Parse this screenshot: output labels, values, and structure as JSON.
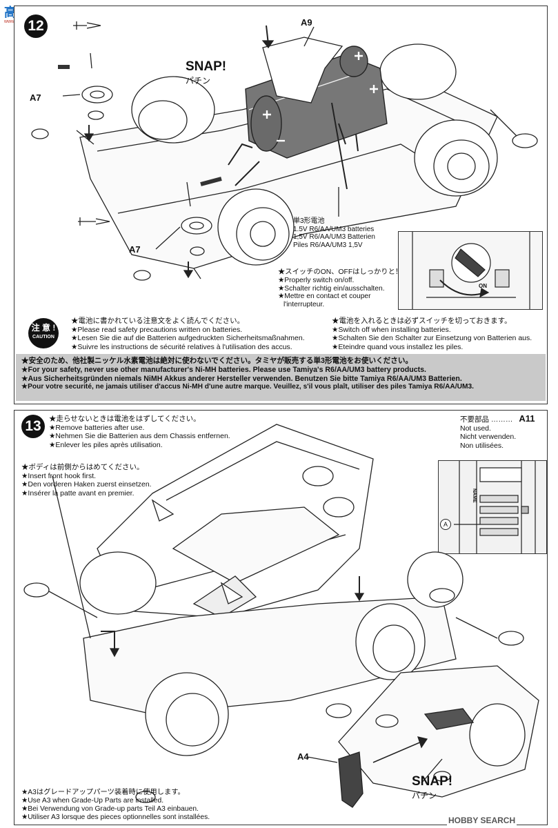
{
  "watermark_top": "高手网",
  "watermark_top_sub": "www.mxgs.com",
  "watermark_bottom": "HOBBY SEARCH",
  "step12": {
    "number": "12",
    "parts": {
      "a9": "A9",
      "a7_top": "A7",
      "a7_bottom": "A7"
    },
    "snap": "SNAP!",
    "snap_jp": "パチン",
    "battery_label": [
      "単3形電池",
      "1.5V R6/AA/UM3 batteries",
      "1,5V R6/AA/UM3 Batterien",
      "Piles R6/AA/UM3 1,5V"
    ],
    "switch_note": [
      "★スイッチのON、OFFはしっかりと！",
      "★Properly switch on/off.",
      "★Schalter richtig ein/ausschalten.",
      "★Mettre en contact et couper",
      "l'interrupteur."
    ],
    "inset_on": "ON",
    "caution_badge_jp": "注 意 !",
    "caution_badge_en": "CAUTION",
    "caution_left": [
      "★電池に書かれている注意文をよく読んでください。",
      "★Please read safety precautions written on batteries.",
      "★Lesen Sie die auf die Batterien aufgedruckten Sicherheitsmaßnahmen.",
      "★Suivre les instructions de sécurité relatives à l'utilisation des accus."
    ],
    "caution_right": [
      "★電池を入れるときは必ずスイッチを切っておきます。",
      "★Switch off when installing batteries.",
      "★Schalten Sie den Schalter zur Einsetzung von Batterien aus.",
      "★Eteindre quand vous installez les piles."
    ],
    "warning": [
      "★安全のため、他社製ニッケル水素電池は絶対に使わないでください。タミヤが販売する単3形電池をお使いください。",
      "★For your safety, never use other manufacturer's Ni-MH batteries. Please use Tamiya's R6/AA/UM3 battery products.",
      "★Aus Sicherheitsgründen niemals NiMH Akkus anderer Hersteller verwenden. Benutzen Sie bitte Tamiya R6/AA/UM3 Batterien.",
      "★Pour votre securité, ne jamais utiliser d'accus Ni-MH d'une autre marque. Veuillez, s'il vous plaît, utiliser des piles Tamiya R6/AA/UM3."
    ]
  },
  "step13": {
    "number": "13",
    "remove_batteries": [
      "★走らせないときは電池をはずしてください。",
      "★Remove batteries after use.",
      "★Nehmen Sie die Batterien aus dem Chassis entfernen.",
      "★Enlever les piles après utilisation."
    ],
    "front_hook": [
      "★ボディは前側からはめてください。",
      "★Insert front hook first.",
      "★Den vorderen Haken zuerst einsetzen.",
      "★Insérer la patte avant en premier."
    ],
    "not_used_jp": "不要部品 ………",
    "not_used_part": "A11",
    "not_used": [
      "Not used.",
      "Nicht verwenden.",
      "Non utilisées."
    ],
    "inset_a": "A",
    "inset_name": "NAME",
    "part_a4": "A4",
    "snap": "SNAP!",
    "snap_jp": "パチン",
    "grade_up": [
      "★A3はグレードアップパーツ装着時に使用します。",
      "★Use A3 when Grade-Up Parts are installed.",
      "★Bei Verwendung von Grade-up parts Teil A3 einbauen.",
      "★Utiliser A3 lorsque des pieces optionnelles sont installées."
    ]
  }
}
